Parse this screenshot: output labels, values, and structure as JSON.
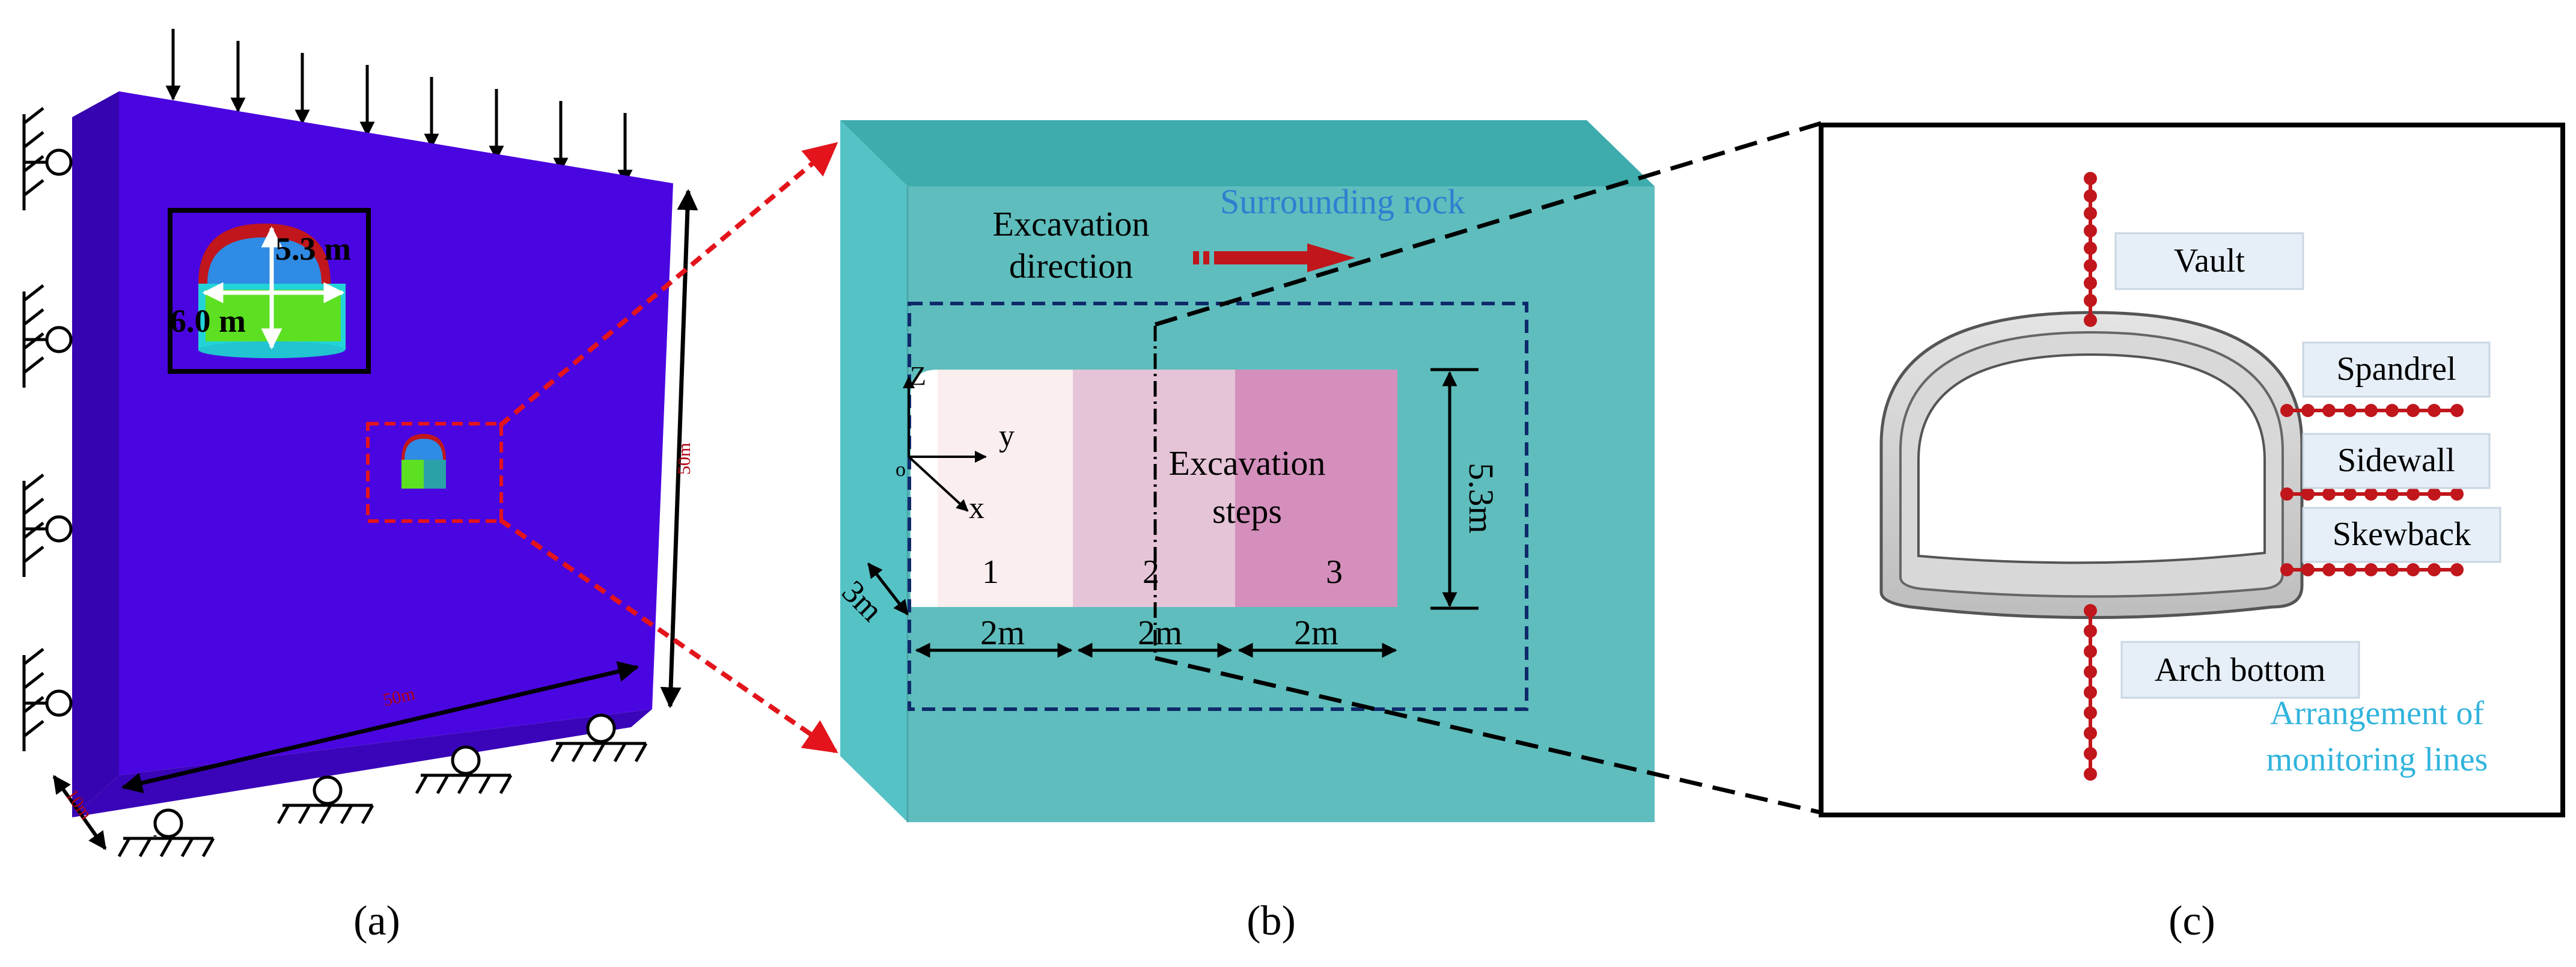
{
  "panel_a": {
    "inset_labels": {
      "height": "5.3 m",
      "width": "6.0 m"
    },
    "dims": {
      "height": "50m",
      "width": "50m",
      "depth": "10m"
    },
    "caption": "(a)"
  },
  "panel_b": {
    "title": "Surrounding rock",
    "excavation_direction": [
      "Excavation",
      "direction"
    ],
    "axes": {
      "z": "Z",
      "y": "y",
      "x": "x",
      "origin": "o"
    },
    "steps_label": [
      "Excavation",
      "steps"
    ],
    "step_numbers": [
      "1",
      "2",
      "3"
    ],
    "step_widths": [
      "2m",
      "2m",
      "2m"
    ],
    "height_dim": "5.3m",
    "offset_dim": "3m",
    "step_colors": [
      "#fbeeee",
      "#e6c4d8",
      "#d48fbc"
    ],
    "caption": "(b)"
  },
  "panel_c": {
    "labels": [
      "Vault",
      "Spandrel",
      "Sidewall",
      "Skewback",
      "Arch bottom"
    ],
    "legend": [
      "Arrangement of",
      "monitoring lines"
    ],
    "caption": "(c)"
  },
  "colors": {
    "model": "#4a06e0",
    "rock": "#5fbdbd",
    "monitor": "#c0161c",
    "legend_text": "#31b4dc",
    "title_text": "#2e7fd0"
  }
}
